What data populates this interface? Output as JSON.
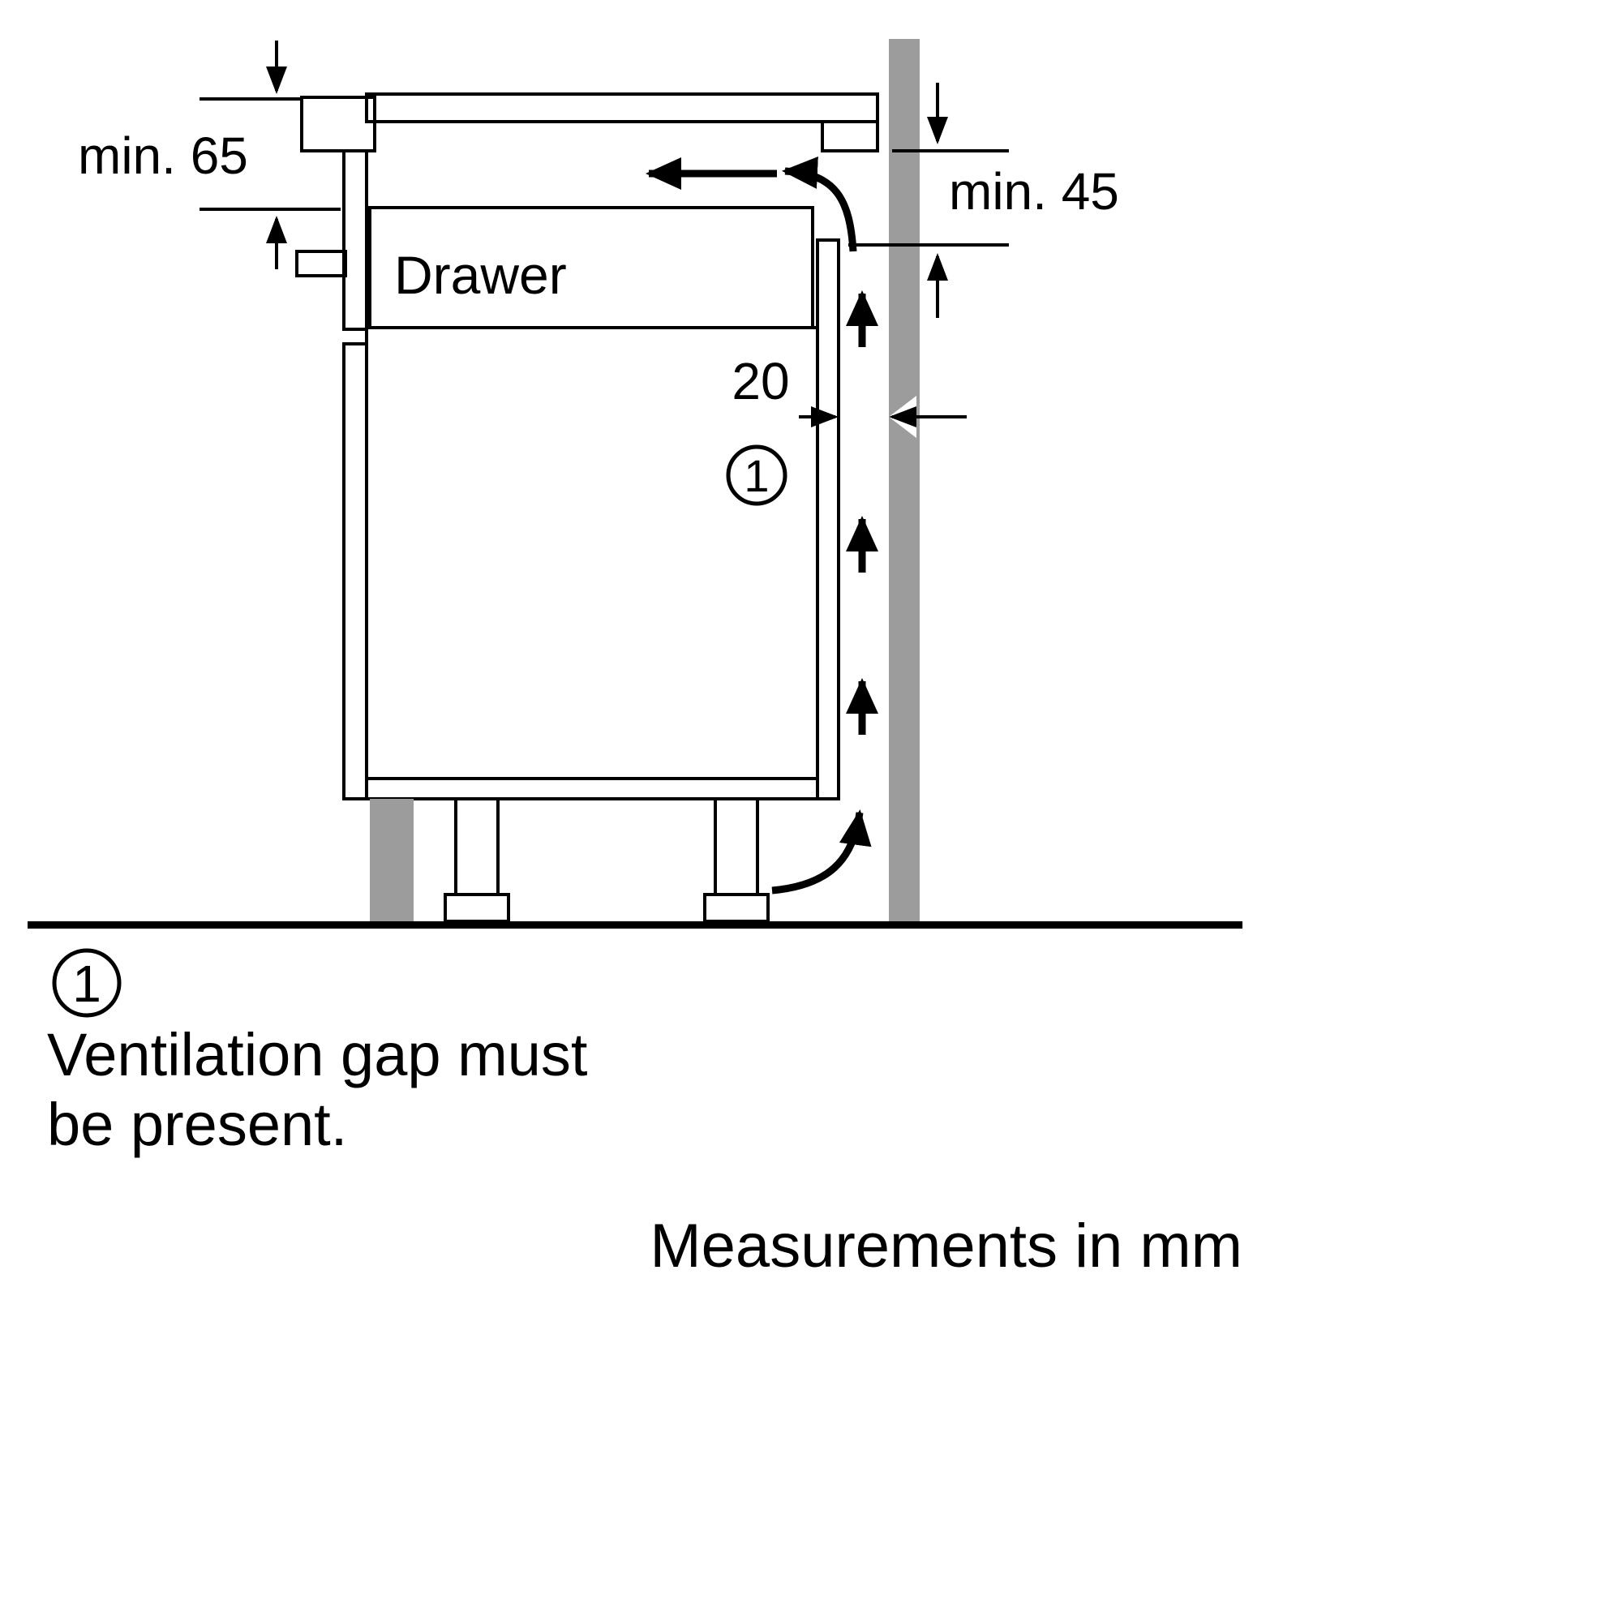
{
  "colors": {
    "line": "#000000",
    "wall_gray": "#9c9c9c",
    "worktop_gray": "#c8c8c8",
    "drawer_gray": "#dcdcdc",
    "background": "#ffffff"
  },
  "labels": {
    "drawer": "Drawer",
    "dim_top_left": "min. 65",
    "dim_top_right": "min. 45",
    "dim_gap": "20",
    "callout": "1"
  },
  "legend": {
    "callout": "1",
    "note_line1": "Ventilation gap must",
    "note_line2": "be present.",
    "units": "Measurements in mm"
  }
}
